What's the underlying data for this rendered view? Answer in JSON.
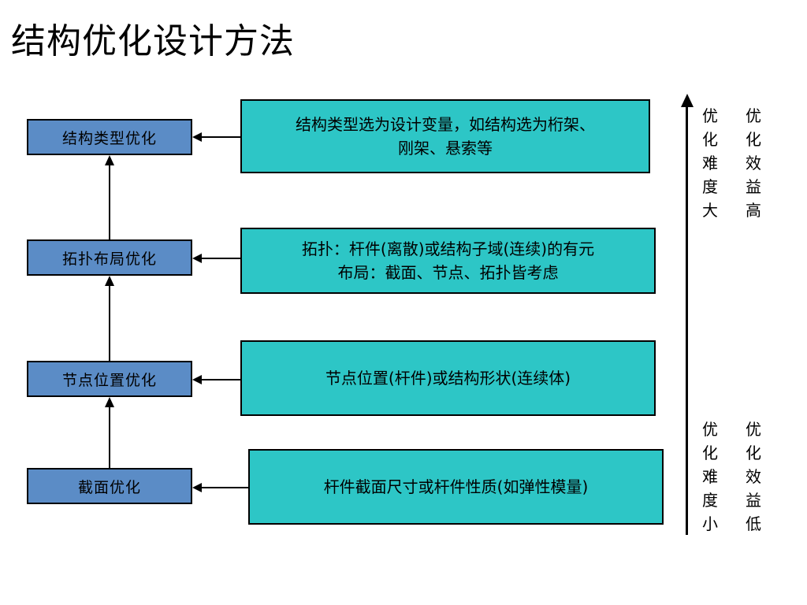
{
  "slide": {
    "title": "结构优化设计方法",
    "background_color": "#ffffff",
    "blue_color": "#5B8CC6",
    "teal_color": "#2DC6C6",
    "outline_color": "#000000"
  },
  "levels": [
    {
      "stage_label": "结构类型优化",
      "description_line1": "结构类型选为设计变量，如结构选为桁架、",
      "description_line2": "刚架、悬索等"
    },
    {
      "stage_label": "拓扑布局优化",
      "description_line1": "拓扑：杆件(离散)或结构子域(连续)的有元",
      "description_line2": "布局：截面、节点、拓扑皆考虑"
    },
    {
      "stage_label": "节点位置优化",
      "description_line1": "节点位置(杆件)或结构形状(连续体)",
      "description_line2": ""
    },
    {
      "stage_label": "截面优化",
      "description_line1": "杆件截面尺寸或杆件性质(如弹性模量)",
      "description_line2": ""
    }
  ],
  "scale": {
    "top": {
      "difficulty": "优化难度大",
      "benefit": "优化效益高"
    },
    "bottom": {
      "difficulty": "优化难度小",
      "benefit": "优化效益低"
    },
    "arrow_direction": "up"
  }
}
